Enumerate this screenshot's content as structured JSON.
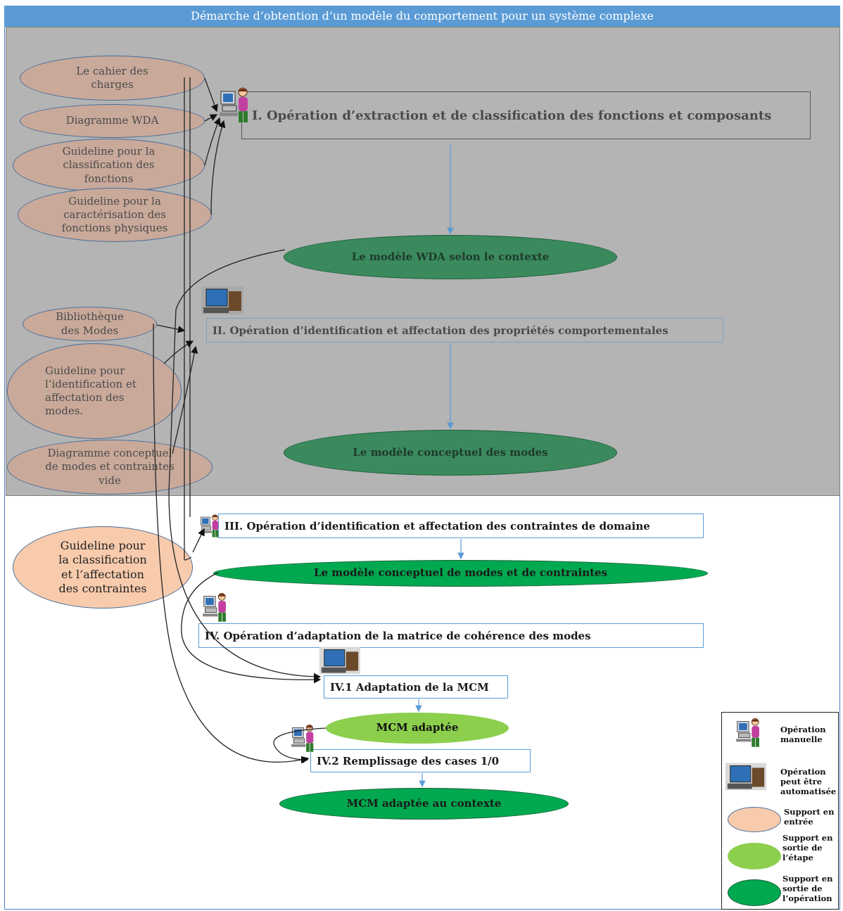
{
  "title": "Démarche d’obtention d’un modèle du comportement pour un système complexe",
  "operations": {
    "op1": "I. Opération d’extraction et de classification des fonctions et composants",
    "op2": "II. Opération d’identification et affectation des propriétés comportementales",
    "op3": "III. Opération d’identification et affectation des contraintes de domaine",
    "op4": "IV. Opération d’adaptation de la matrice de cohérence des modes",
    "op41": "IV.1 Adaptation de la MCM",
    "op42": "IV.2 Remplissage des cases 1/0"
  },
  "inputs": {
    "cahier": "Le cahier des charges",
    "wda": "Diagramme WDA",
    "guide_classif_fonctions": "Guideline pour la classification des fonctions",
    "guide_caract": "Guideline pour la caractérisation des fonctions physiques",
    "biblio_modes": "Bibliothèque des Modes",
    "guide_modes": "Guideline pour l’identification et affectation des modes.",
    "diag_conceptuel": "Diagramme conceptuel de modes et contraintes vide",
    "guide_contraintes": "Guideline pour la classification et l’affectation des contraintes"
  },
  "outputs": {
    "modele_wda": "Le modèle WDA selon le contexte",
    "modele_modes": "Le modèle conceptuel des modes",
    "modele_modes_contraintes": "Le modèle conceptuel de modes et de contraintes",
    "mcm_adaptee": "MCM adaptée",
    "mcm_contexte": "MCM adaptée au contexte"
  },
  "legend": {
    "manual": "Opération manuelle",
    "auto": "Opération peut être automatisée",
    "support_in": "Support en entrée",
    "support_step": "Support en sortie de l’étape",
    "support_op": "Support en sortie de l’opération"
  },
  "colors": {
    "title_bar": "#5b9bd5",
    "grey_zone": "#b4b4b4",
    "support_in": "#f8cbad",
    "support_step": "#8ccf4d",
    "support_op": "#00a84f",
    "box_border": "#5b9bd5"
  },
  "icons": {
    "manual": "person-at-computer-icon",
    "auto": "computer-icon"
  }
}
